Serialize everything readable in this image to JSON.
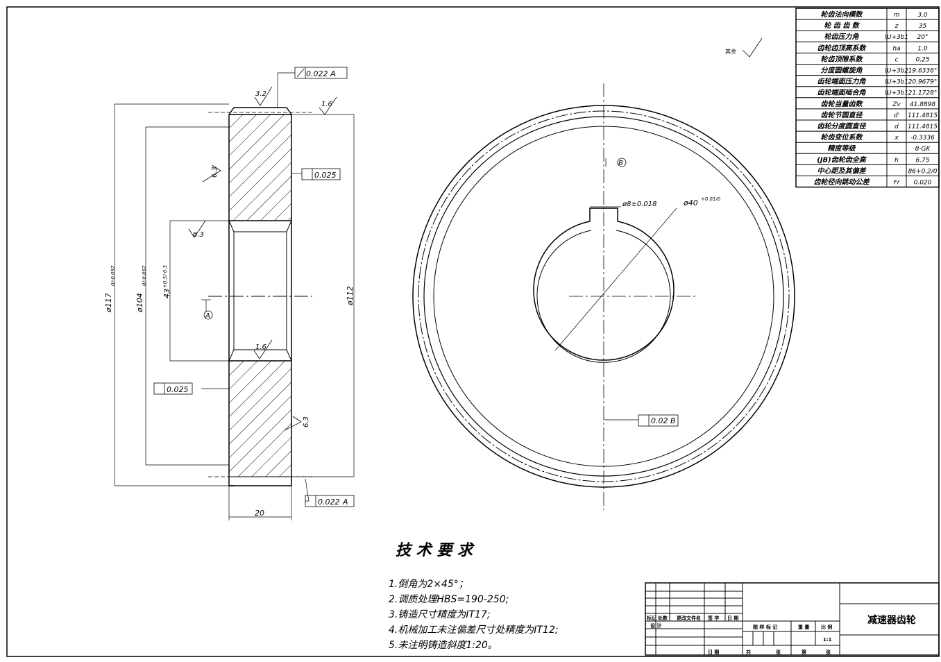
{
  "params": [
    {
      "name": "轮齿法向模数",
      "sym": "m",
      "val": "3.0"
    },
    {
      "name": "轮 齿 齿 数",
      "sym": "z",
      "val": "35"
    },
    {
      "name": "轮齿压力角",
      "sym": "\\U+3b1",
      "val": "20°"
    },
    {
      "name": "齿轮齿顶高系数",
      "sym": "ha",
      "val": "1.0"
    },
    {
      "name": "轮齿顶隙系数",
      "sym": "c",
      "val": "0.25"
    },
    {
      "name": "分度圆螺旋角",
      "sym": "\\U+3b2",
      "val": "19.6336°"
    },
    {
      "name": "齿轮端面压力角",
      "sym": "\\U+3b1",
      "val": "20.9679°"
    },
    {
      "name": "齿轮端面啮合角",
      "sym": "\\U+3b1",
      "val": "21.1728°"
    },
    {
      "name": "齿轮当量齿数",
      "sym": "Zv",
      "val": "41.8898"
    },
    {
      "name": "齿轮节圆直径",
      "sym": "d'",
      "val": "111.4815"
    },
    {
      "name": "齿轮分度圆直径",
      "sym": "d",
      "val": "111.4815"
    },
    {
      "name": "轮齿变位系数",
      "sym": "x",
      "val": "-0.3336"
    },
    {
      "name": "精度等级",
      "sym": "",
      "val": "8-GK"
    },
    {
      "name": "(JB)齿轮齿全高",
      "sym": "h",
      "val": "6.75"
    },
    {
      "name": "中心距及其偏差",
      "sym": "",
      "val": "86+0.2/0"
    },
    {
      "name": "齿轮径向跳动公差",
      "sym": "Fr",
      "val": "0.020"
    }
  ],
  "roughness_other": {
    "label": "其余"
  },
  "section": {
    "tol_top": "0.022",
    "datum_top": "A",
    "tol_right": "0.025",
    "tol_left": "0.025",
    "tol_bottom": "0.022",
    "datum_bottom": "A",
    "ra_32": "3.2",
    "ra_16a": "1.6",
    "ra_16b": "1.6",
    "ra_63a": "6.3",
    "ra_63b": "6.3",
    "ra_63c": "6.3",
    "dim_117": "ø117",
    "dim_117_tol": "0/-0.097",
    "dim_104": "ø104",
    "dim_104_tol": "0/-0.097",
    "dim_43": "43",
    "dim_43_tol": "+0.5/-0.3",
    "dim_112": "ø112",
    "datum_a": "A",
    "dim_20": "20"
  },
  "front": {
    "keyway": "ø8±0.018",
    "bore": "ø40",
    "bore_tol": "+0.01/0",
    "datum_b": "B",
    "flat_tol": "0.02",
    "flat_datum": "B"
  },
  "tech": {
    "title": "技 术 要 求",
    "items": [
      "1.倒角为2×45°；",
      "2.调质处理HBS=190-250;",
      "3.铸造尺寸精度为IT17;",
      "4.机械加工未注偏差尺寸处精度为IT12;",
      "5.未注明铸造斜度1:20。"
    ]
  },
  "titleblock": {
    "name": "减速器齿轮",
    "h_mark": "标记",
    "h_count": "处数",
    "h_doc": "更改文件名",
    "h_sign": "签 字",
    "h_date": "日 期",
    "designer": "设 计",
    "stage": "图 样 标 记",
    "weight": "重 量",
    "scale_h": "比 例",
    "scale": "1:1",
    "total": "共",
    "sheet": "张",
    "num": "第",
    "sheet2": "张",
    "date2": "日 期"
  }
}
